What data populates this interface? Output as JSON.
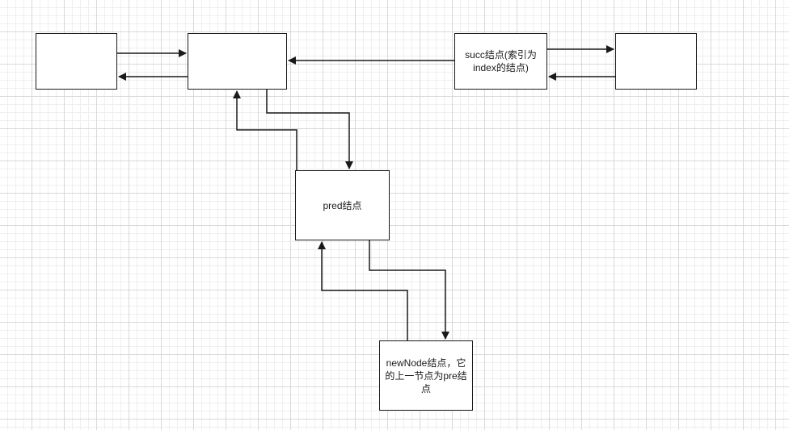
{
  "diagram": {
    "nodes": [
      {
        "id": "n1",
        "label": ""
      },
      {
        "id": "n2",
        "label": ""
      },
      {
        "id": "n3",
        "label": "succ结点(索引为index的结点)"
      },
      {
        "id": "n4",
        "label": ""
      },
      {
        "id": "n5",
        "label": "pred结点"
      },
      {
        "id": "n6",
        "label": "newNode结点，它的上一节点为pre结点"
      }
    ],
    "edges": [
      {
        "from": "n1",
        "to": "n2"
      },
      {
        "from": "n2",
        "to": "n1"
      },
      {
        "from": "n3",
        "to": "n2"
      },
      {
        "from": "n3",
        "to": "n4"
      },
      {
        "from": "n4",
        "to": "n3"
      },
      {
        "from": "n2",
        "to": "n5"
      },
      {
        "from": "n5",
        "to": "n2"
      },
      {
        "from": "n5",
        "to": "n6"
      },
      {
        "from": "n6",
        "to": "n5"
      }
    ],
    "colors": {
      "stroke": "#1a1a1a",
      "grid": "#d9d9d9",
      "background": "#ffffff"
    }
  }
}
